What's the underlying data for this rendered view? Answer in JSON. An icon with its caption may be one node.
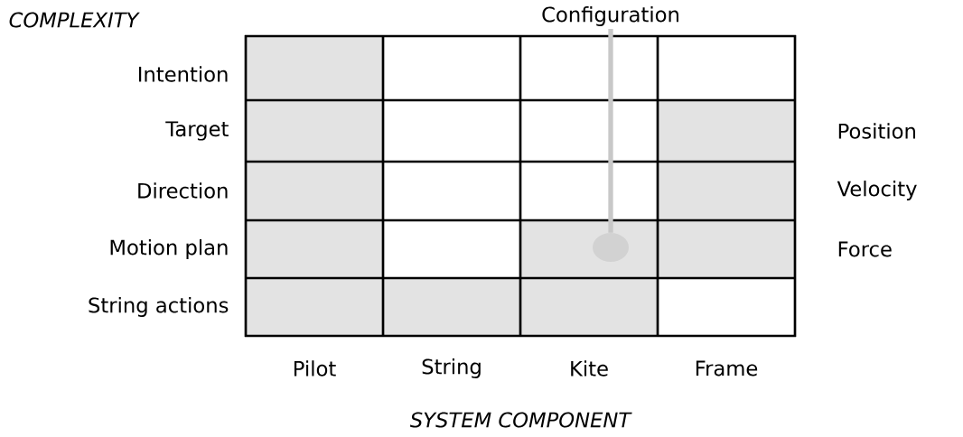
{
  "diagram": {
    "nodes": [
      {
        "text": [
          "Configuration"
        ]
      },
      {
        "text": [],
        "shape": "circle"
      }
    ],
    "edges": [
      {
        "from": 0,
        "to": 1,
        "arrow": "none",
        "color": "#c8c8c8"
      }
    ],
    "labels": [
      "COMPLEXITY",
      "Intention",
      "Target",
      "Direction",
      "Motion plan",
      "String actions",
      "Position",
      "Velocity",
      "Force",
      "Pilot",
      "String",
      "Kite",
      "Frame",
      "SYSTEM COMPONENT"
    ]
  }
}
